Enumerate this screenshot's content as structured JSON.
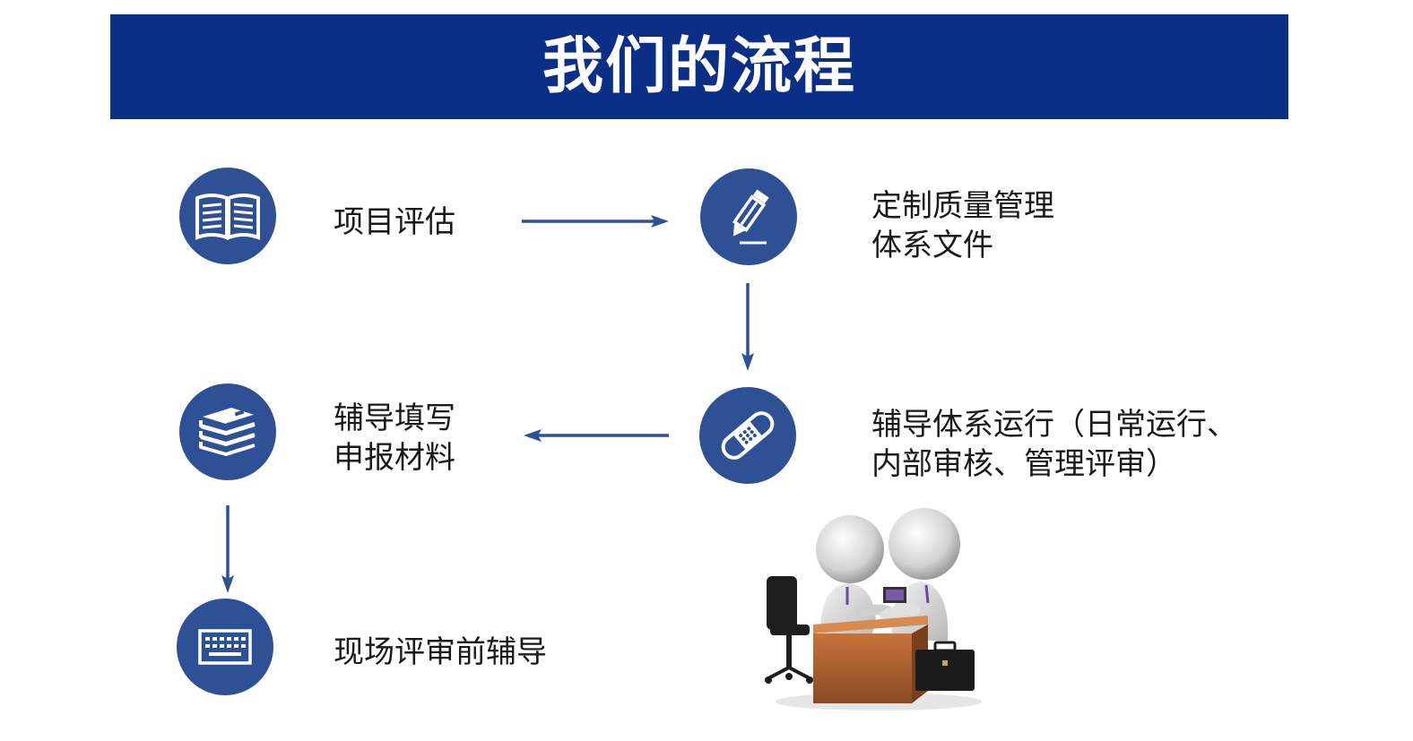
{
  "header": {
    "title": "我们的流程"
  },
  "steps": [
    {
      "label_line1": "项目评估",
      "label_line2": "",
      "icon": "open-book-icon"
    },
    {
      "label_line1": "定制质量管理",
      "label_line2": "体系文件",
      "icon": "pencil-icon"
    },
    {
      "label_line1": "辅导体系运行（日常运行、",
      "label_line2": "内部审核、管理评审）",
      "icon": "bandage-icon"
    },
    {
      "label_line1": "辅导填写",
      "label_line2": "申报材料",
      "icon": "book-stack-icon"
    },
    {
      "label_line1": "现场评审前辅导",
      "label_line2": "",
      "icon": "keyboard-icon"
    }
  ],
  "colors": {
    "header_bg": "#0b2f86",
    "node_bg": "#2e5196",
    "arrow": "#2e5196",
    "text": "#1a1a1a"
  },
  "illustration": {
    "icon": "handshake-meeting-illustration"
  }
}
